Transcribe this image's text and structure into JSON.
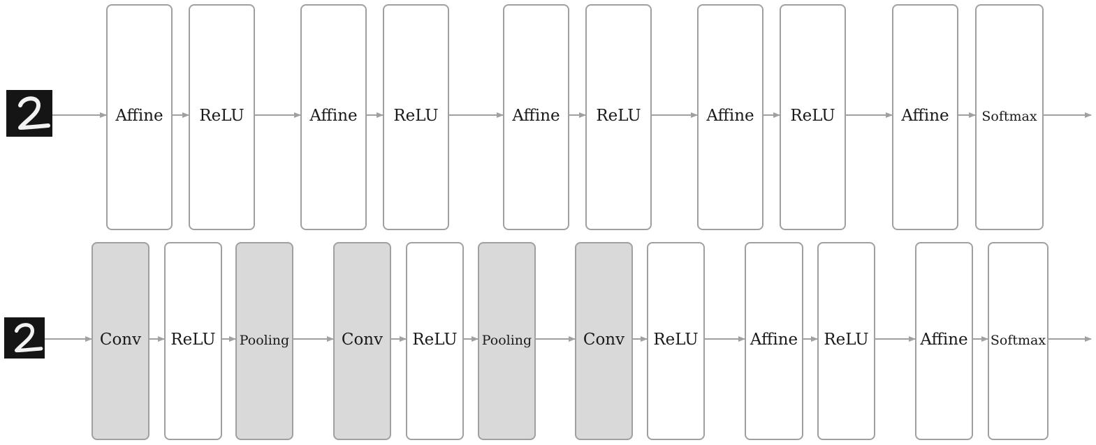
{
  "colors": {
    "box_stroke": "#a0a0a0",
    "box_fill": "#ffffff",
    "conv_pool_fill": "#d9d9d9",
    "arrow": "#a0a0a0",
    "label": "#1a1a1a",
    "digit_bg": "#151515",
    "digit_stroke": "#f2f2f2"
  },
  "input_image": {
    "icon": "handwritten-digit-2-icon"
  },
  "networks": [
    {
      "id": "fully-connected-network",
      "layers": [
        {
          "label": "Affine",
          "kind": "affine"
        },
        {
          "label": "ReLU",
          "kind": "relu"
        },
        {
          "label": "Affine",
          "kind": "affine"
        },
        {
          "label": "ReLU",
          "kind": "relu"
        },
        {
          "label": "Affine",
          "kind": "affine"
        },
        {
          "label": "ReLU",
          "kind": "relu"
        },
        {
          "label": "Affine",
          "kind": "affine"
        },
        {
          "label": "ReLU",
          "kind": "relu"
        },
        {
          "label": "Affine",
          "kind": "affine"
        },
        {
          "label": "Softmax",
          "kind": "softmax"
        }
      ]
    },
    {
      "id": "convolutional-network",
      "layers": [
        {
          "label": "Conv",
          "kind": "conv"
        },
        {
          "label": "ReLU",
          "kind": "relu"
        },
        {
          "label": "Pooling",
          "kind": "pooling"
        },
        {
          "label": "Conv",
          "kind": "conv"
        },
        {
          "label": "ReLU",
          "kind": "relu"
        },
        {
          "label": "Pooling",
          "kind": "pooling"
        },
        {
          "label": "Conv",
          "kind": "conv"
        },
        {
          "label": "ReLU",
          "kind": "relu"
        },
        {
          "label": "Affine",
          "kind": "affine"
        },
        {
          "label": "ReLU",
          "kind": "relu"
        },
        {
          "label": "Affine",
          "kind": "affine"
        },
        {
          "label": "Softmax",
          "kind": "softmax"
        }
      ]
    }
  ]
}
